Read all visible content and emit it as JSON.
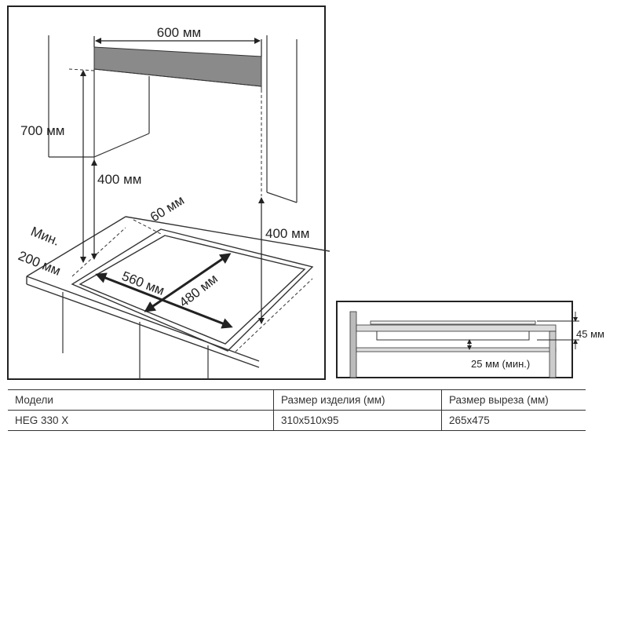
{
  "diagram": {
    "labels": {
      "width_top": "600 мм",
      "height_total": "700 мм",
      "height_cabinet_left": "400 мм",
      "height_cabinet_right": "400 мм",
      "back_gap": "60 мм",
      "min_label": "Мин.",
      "min_value": "200 мм",
      "cutout_length": "560 мм",
      "cutout_width": "480 мм"
    },
    "side": {
      "height_label": "45 мм",
      "gap_label": "25 мм (мин.)"
    }
  },
  "table": {
    "headers": [
      "Модели",
      "Размер изделия (мм)",
      "Размер выреза (мм)"
    ],
    "rows": [
      [
        "HEG 330 X",
        "310x510x95",
        "265x475"
      ]
    ]
  }
}
